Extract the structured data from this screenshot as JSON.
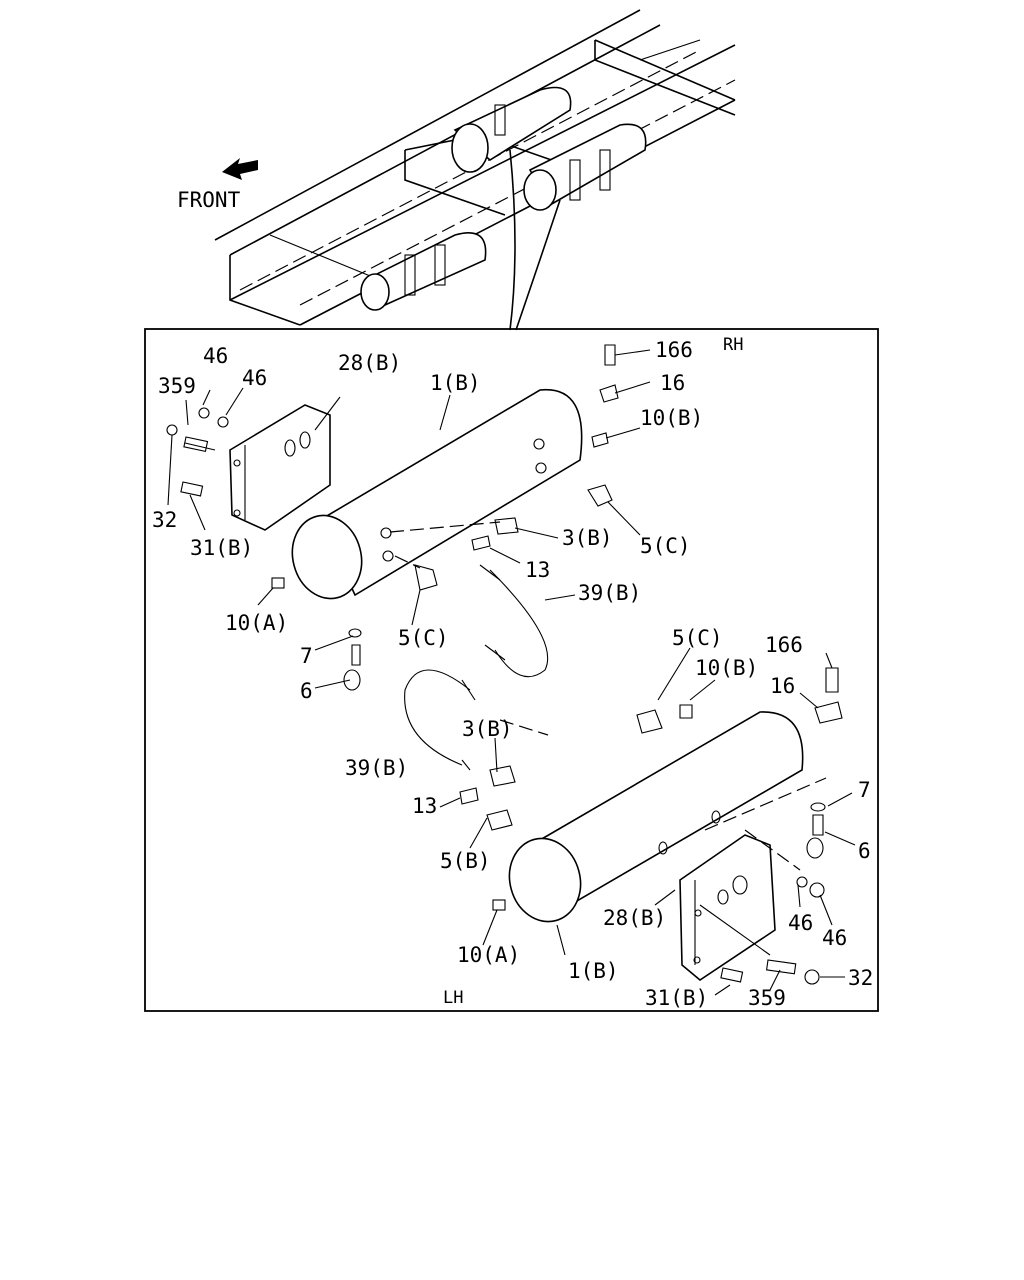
{
  "overview": {
    "front_label": "FRONT"
  },
  "detail": {
    "rh_label": "RH",
    "lh_label": "LH"
  },
  "rh_callouts": {
    "c166": "166",
    "c16": "16",
    "c10b": "10(B)",
    "c5c_a": "5(C)",
    "c3b": "3(B)",
    "c13": "13",
    "c39b": "39(B)",
    "c5c_b": "5(C)",
    "c7": "7",
    "c6": "6",
    "c10a": "10(A)",
    "c31b": "31(B)",
    "c32": "32",
    "c359": "359",
    "c46a": "46",
    "c46b": "46",
    "c28b": "28(B)",
    "c1b": "1(B)"
  },
  "lh_callouts": {
    "c5c": "5(C)",
    "c10b": "10(B)",
    "c166": "166",
    "c16": "16",
    "c3b": "3(B)",
    "c39b": "39(B)",
    "c13": "13",
    "c5b": "5(B)",
    "c7": "7",
    "c6": "6",
    "c10a": "10(A)",
    "c1b": "1(B)",
    "c28b": "28(B)",
    "c46a": "46",
    "c46b": "46",
    "c32": "32",
    "c31b": "31(B)",
    "c359": "359"
  }
}
